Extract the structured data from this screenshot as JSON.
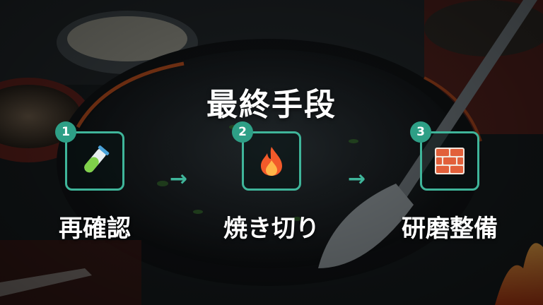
{
  "slide": {
    "title": "最終手段",
    "steps": [
      {
        "number": "1",
        "label": "再確認",
        "icon": "test-tube-icon"
      },
      {
        "number": "2",
        "label": "焼き切り",
        "icon": "fire-icon"
      },
      {
        "number": "3",
        "label": "研磨整備",
        "icon": "brick-icon"
      }
    ],
    "arrow": "→"
  },
  "colors": {
    "accent": "#3fb59a",
    "badge": "#2e9f86",
    "text": "#ffffff"
  }
}
